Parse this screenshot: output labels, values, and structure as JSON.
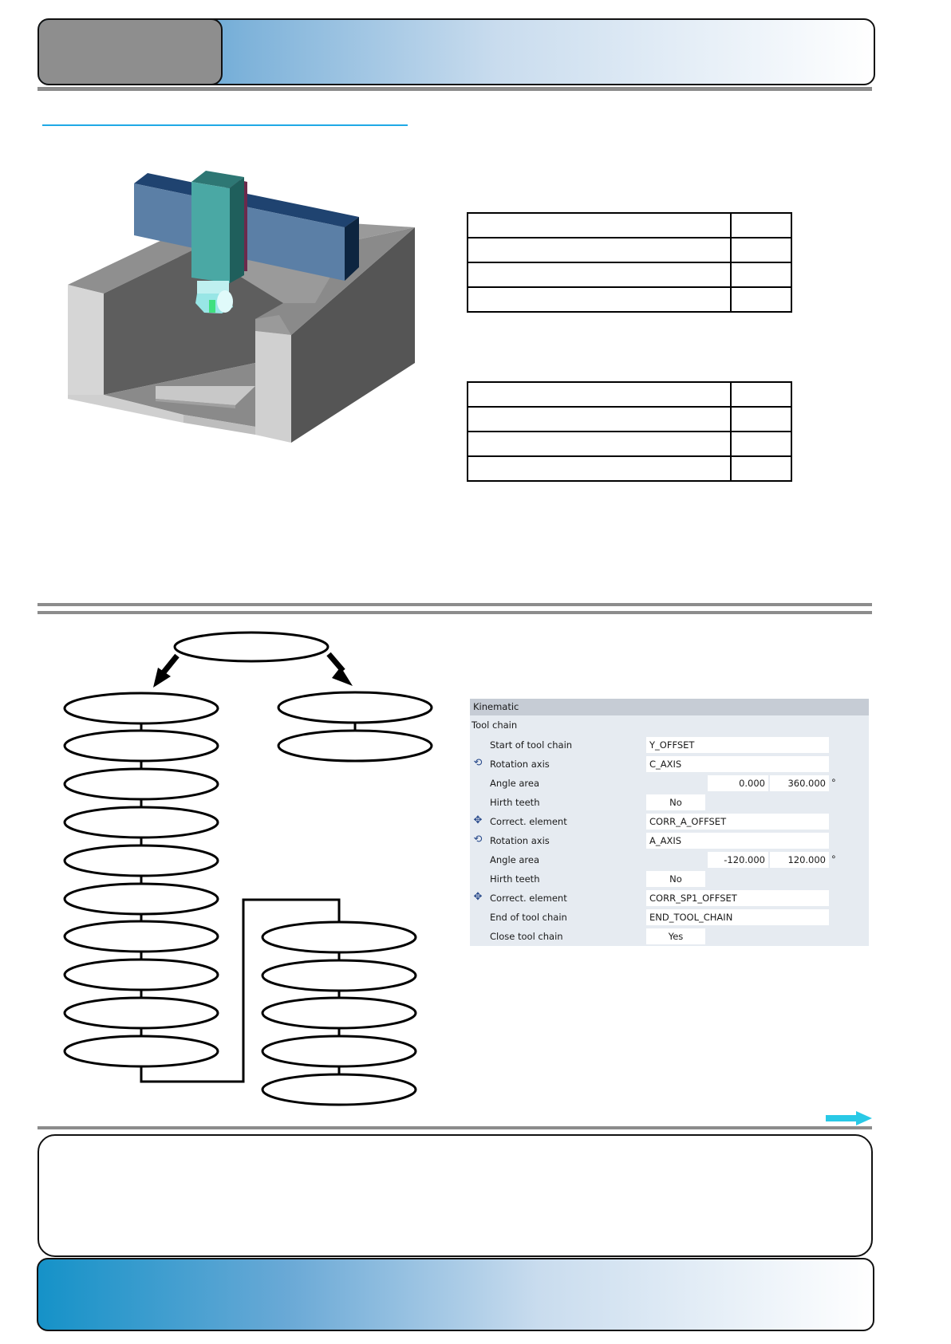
{
  "header": {
    "title": ""
  },
  "kinematic": {
    "heading": "Kinematic",
    "group": "Tool chain",
    "rows": [
      {
        "icon": "",
        "label": "Start of tool chain",
        "value": "Y_OFFSET"
      },
      {
        "icon": "rotation-axis-icon",
        "label": "Rotation axis",
        "value": "C_AXIS"
      },
      {
        "icon": "",
        "label": "Angle area",
        "min": "0.000",
        "max": "360.000",
        "unit": "°"
      },
      {
        "icon": "",
        "label": "Hirth teeth",
        "value": "No"
      },
      {
        "icon": "move-icon",
        "label": "Correct. element",
        "value": "CORR_A_OFFSET"
      },
      {
        "icon": "rotation-axis-icon",
        "label": "Rotation axis",
        "value": "A_AXIS"
      },
      {
        "icon": "",
        "label": "Angle area",
        "min": "-120.000",
        "max": "120.000",
        "unit": "°"
      },
      {
        "icon": "",
        "label": "Hirth teeth",
        "value": "No"
      },
      {
        "icon": "move-icon",
        "label": "Correct. element",
        "value": "CORR_SP1_OFFSET"
      },
      {
        "icon": "",
        "label": "End of tool chain",
        "value": "END_TOOL_CHAIN"
      },
      {
        "icon": "",
        "label": "Close tool chain",
        "value": "Yes"
      }
    ]
  },
  "colors": {
    "header_gradient_start": "#2f8fc9",
    "footer_gradient_start": "#1592c8",
    "divider": "#8c8c8c",
    "link_line": "#1fa9e6",
    "next_arrow": "#29c9e6",
    "machine_bridge": "#5b7fa6",
    "machine_column": "#3a8c89",
    "machine_head": "#98e6e6",
    "machine_tool": "#40e080"
  }
}
